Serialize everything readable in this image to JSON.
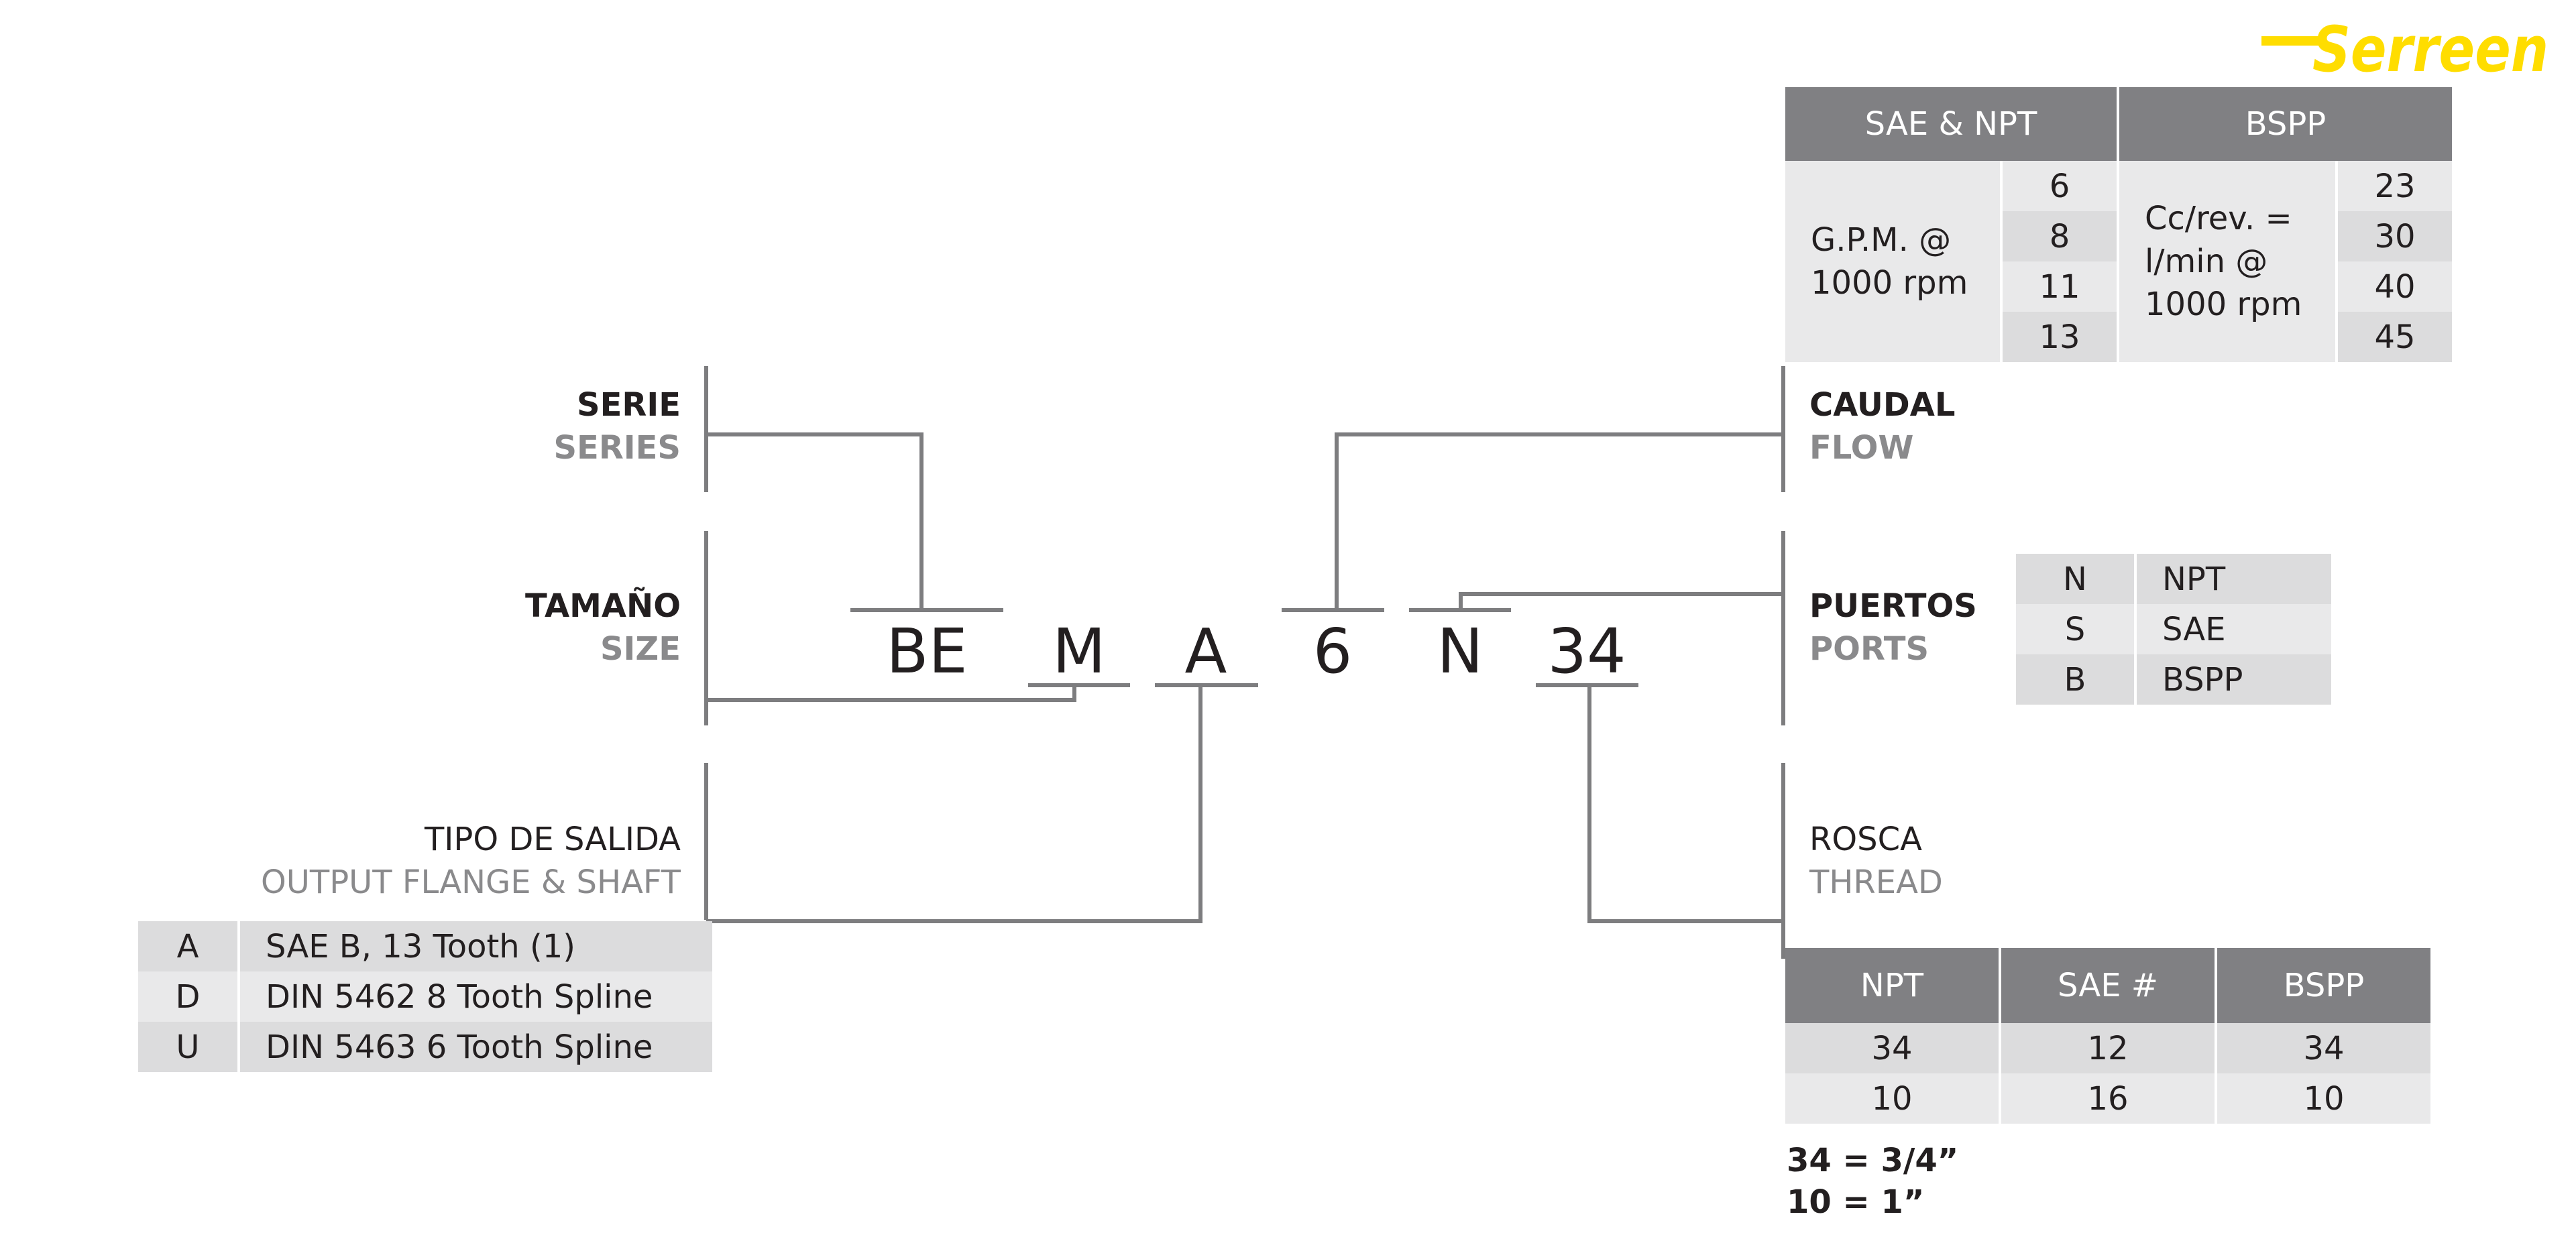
{
  "brand": {
    "name": "Serreen",
    "color": "#ffdd00"
  },
  "colors": {
    "line": "#7d7d7f",
    "header": "#808083",
    "row_light": "#e9e9ea",
    "row_dark": "#dcdcdd",
    "label_en": "#8a8a8c"
  },
  "code_parts": [
    "BE",
    "M",
    "A",
    "6",
    "N",
    "34"
  ],
  "labels": {
    "serie": {
      "es": "SERIE",
      "en": "SERIES"
    },
    "tamano": {
      "es": "TAMAÑO",
      "en": "SIZE"
    },
    "tipo": {
      "es": "TIPO DE SALIDA",
      "en": "OUTPUT FLANGE & SHAFT"
    },
    "caudal": {
      "es": "CAUDAL",
      "en": "FLOW"
    },
    "puertos": {
      "es": "PUERTOS",
      "en": "PORTS"
    },
    "rosca": {
      "es": "ROSCA",
      "en": "THREAD"
    }
  },
  "flow_table": {
    "headers": [
      "SAE & NPT",
      "BSPP"
    ],
    "left_label": "G.P.M. @\n1000 rpm",
    "left_values": [
      "6",
      "8",
      "11",
      "13"
    ],
    "right_label": "Cc/rev. =\nl/min @\n1000 rpm",
    "right_values": [
      "23",
      "30",
      "40",
      "45"
    ]
  },
  "ports_table": {
    "rows": [
      {
        "code": "N",
        "desc": "NPT"
      },
      {
        "code": "S",
        "desc": "SAE"
      },
      {
        "code": "B",
        "desc": "BSPP"
      }
    ]
  },
  "output_table": {
    "rows": [
      {
        "code": "A",
        "desc": "SAE B, 13 Tooth (1)"
      },
      {
        "code": "D",
        "desc": "DIN 5462 8 Tooth Spline"
      },
      {
        "code": "U",
        "desc": "DIN 5463 6 Tooth Spline"
      }
    ]
  },
  "thread_table": {
    "headers": [
      "NPT",
      "SAE #",
      "BSPP"
    ],
    "rows": [
      [
        "34",
        "12",
        "34"
      ],
      [
        "10",
        "16",
        "10"
      ]
    ],
    "notes": [
      "34 = 3/4”",
      "10 = 1”"
    ]
  }
}
